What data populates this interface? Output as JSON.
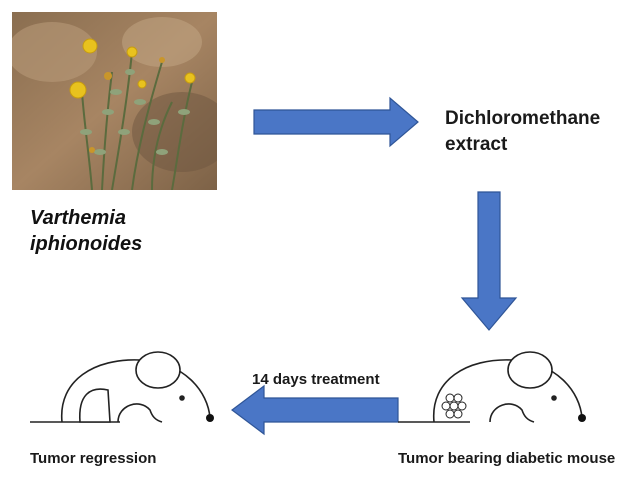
{
  "plant": {
    "species_line1": "Varthemia",
    "species_line2": "iphionoides"
  },
  "extract": {
    "line1": "Dichloromethane",
    "line2": "extract"
  },
  "treatment": {
    "label": "14 days treatment"
  },
  "mice": {
    "left_label": "Tumor regression",
    "right_label": "Tumor bearing diabetic mouse"
  },
  "colors": {
    "arrow_fill": "#4a76c6",
    "arrow_stroke": "#2f5597",
    "mouse_stroke": "#222222"
  }
}
